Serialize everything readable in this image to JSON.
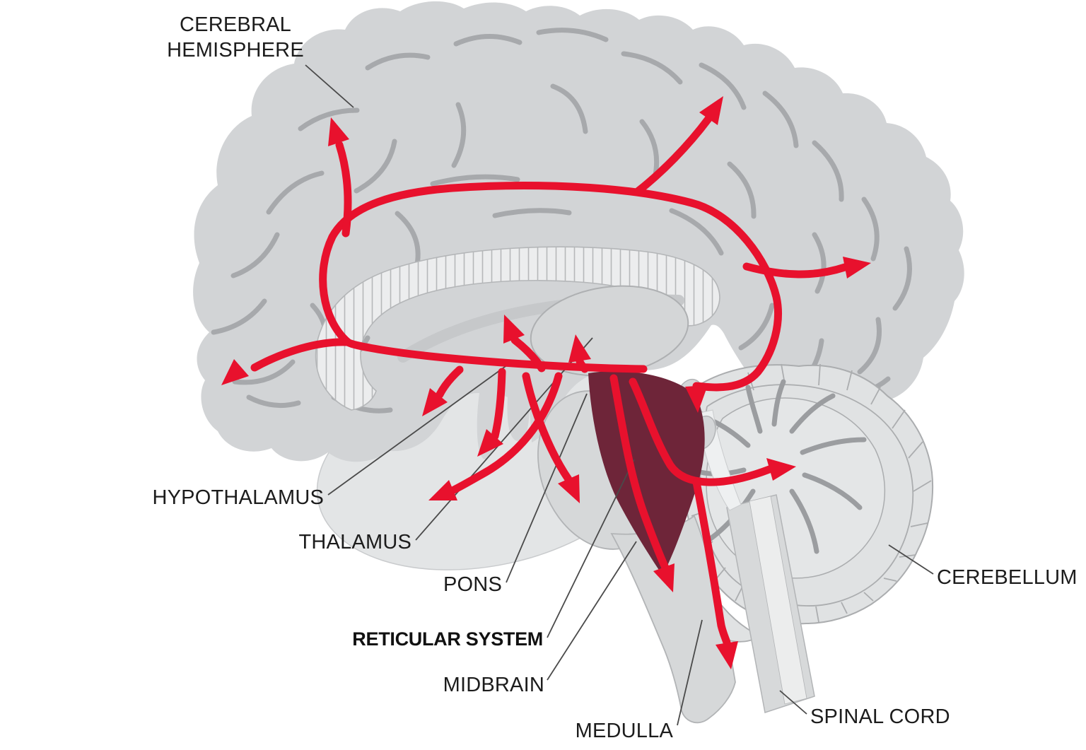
{
  "diagram": {
    "labels": {
      "cerebral_hemisphere": {
        "line1": "CEREBRAL",
        "line2": "HEMISPHERE"
      },
      "hypothalamus": "HYPOTHALAMUS",
      "thalamus": "THALAMUS",
      "pons": "PONS",
      "reticular_system": "RETICULAR SYSTEM",
      "midbrain": "MIDBRAIN",
      "medulla": "MEDULLA",
      "spinal_cord": "SPINAL CORD",
      "cerebellum": "CEREBELLUM"
    },
    "colors": {
      "arrow_red": "#e8112d",
      "reticular_maroon": "#6e2539",
      "cortex_gray": "#d2d4d6",
      "sulcus_gray": "#a7a9ac",
      "inner_light_gray": "#e4e6e7",
      "outline_gray": "#b2b4b6",
      "label_black": "#1c1c1c"
    }
  }
}
